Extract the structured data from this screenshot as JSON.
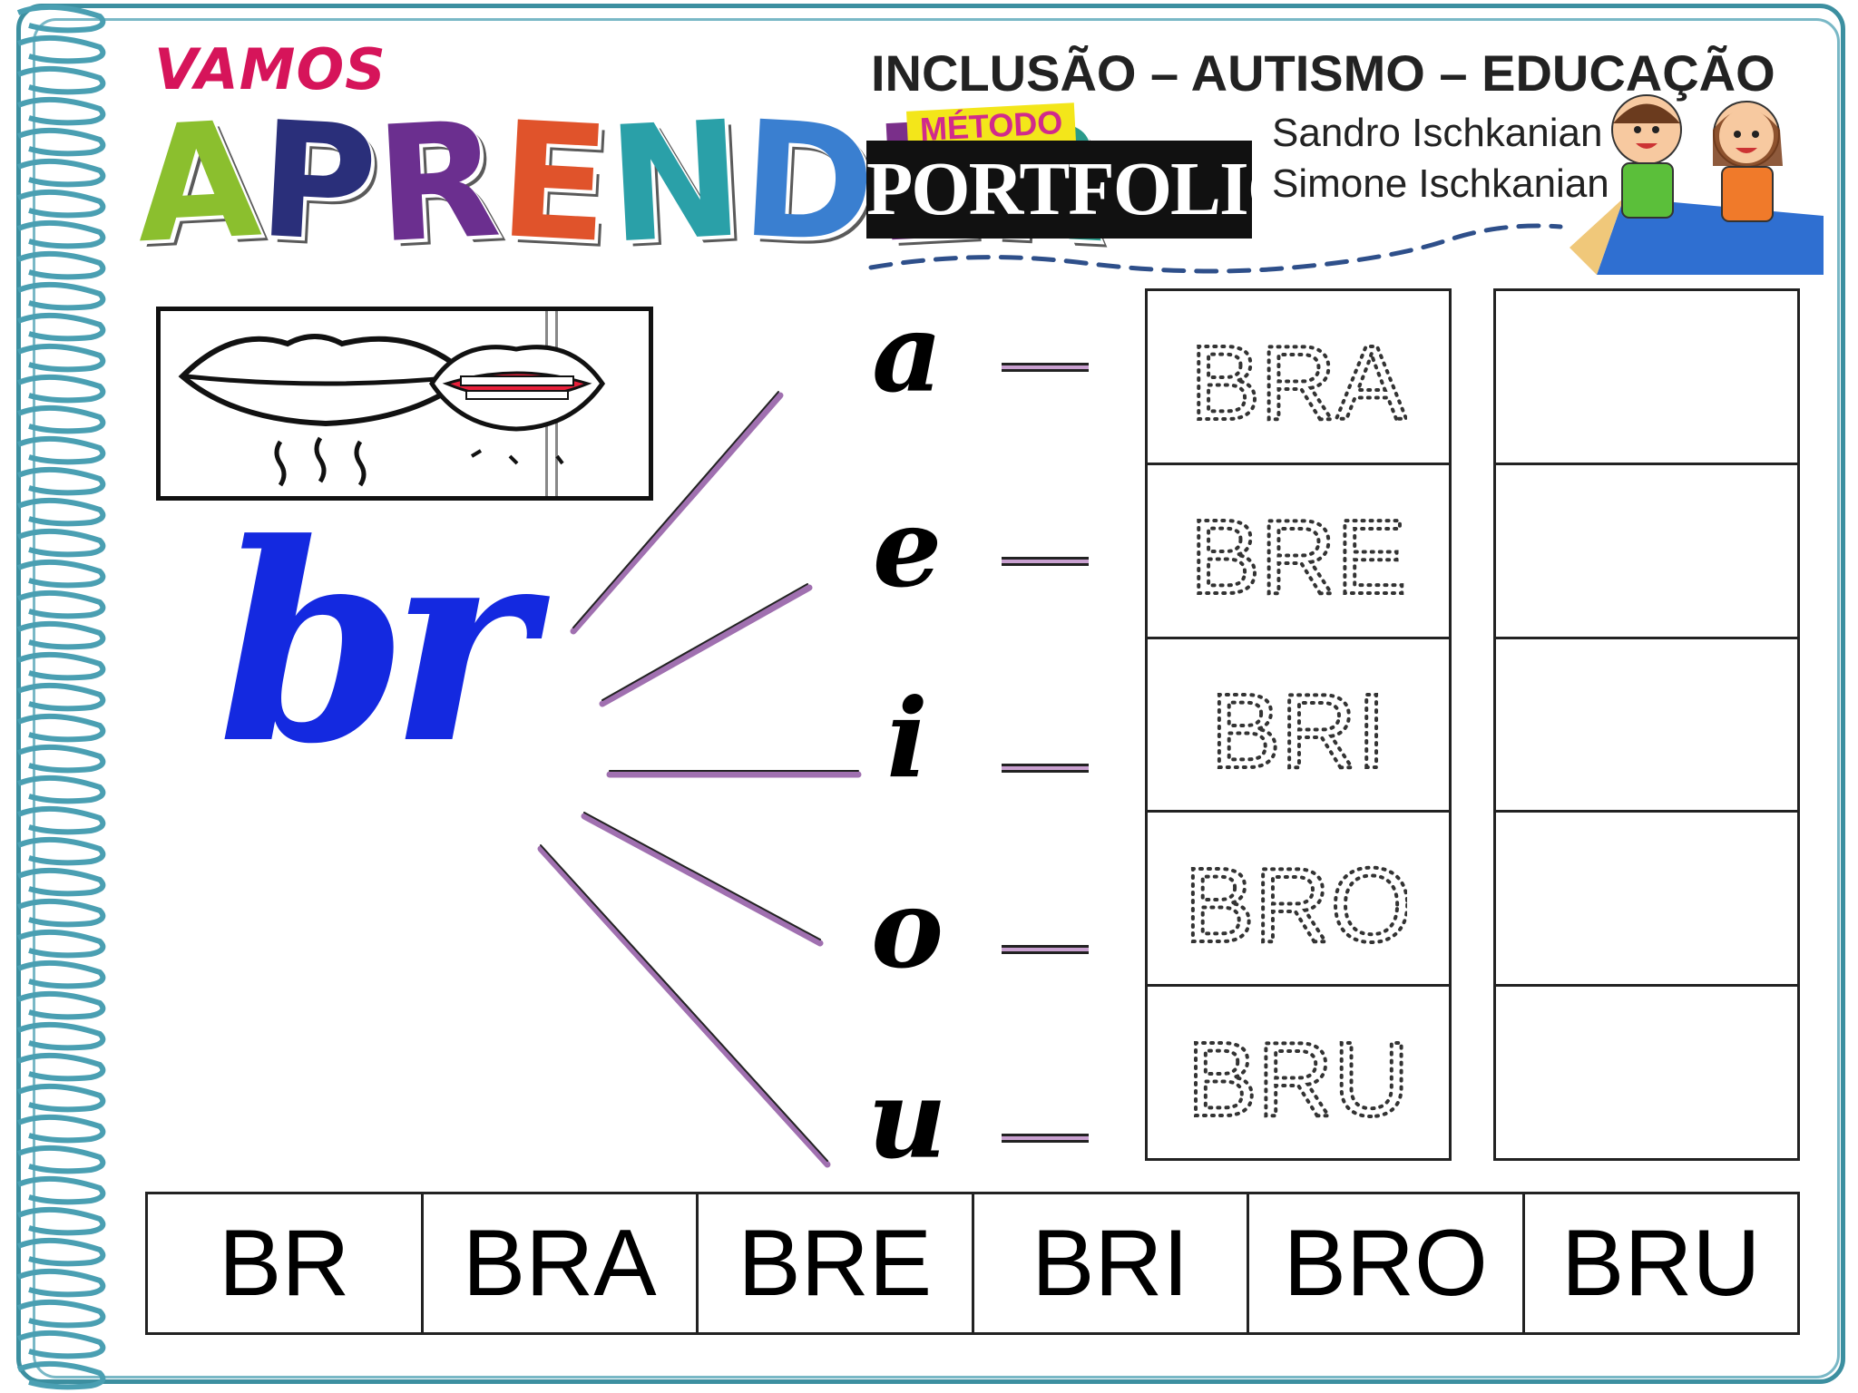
{
  "header": {
    "vamos": "VAMOS",
    "aprender_letters": [
      {
        "ch": "A",
        "color": "#8bbf2e"
      },
      {
        "ch": "P",
        "color": "#2a2f7a"
      },
      {
        "ch": "R",
        "color": "#6b2f8f"
      },
      {
        "ch": "E",
        "color": "#e0532b"
      },
      {
        "ch": "N",
        "color": "#2aa0a8"
      },
      {
        "ch": "D",
        "color": "#3a7fd0"
      },
      {
        "ch": "E",
        "color": "#7a2f8a"
      },
      {
        "ch": "R",
        "color": "#2a9a8a"
      }
    ],
    "headline": "INCLUSÃO – AUTISMO – EDUCAÇÃO",
    "metodo": "MÉTODO",
    "portfolio": "PORTFOLIO",
    "authors": [
      "Sandro Ischkanian",
      "Simone Ischkanian"
    ]
  },
  "worksheet": {
    "consonant_blend": "br",
    "vowels": [
      "a",
      "e",
      "i",
      "o",
      "u"
    ],
    "traced_syllables": [
      "BRA",
      "BRE",
      "BRI",
      "BRO",
      "BRU"
    ],
    "blend_color": "#1429e0",
    "line_color": "#a070b0"
  },
  "bottom_row": [
    "BR",
    "BRA",
    "BRE",
    "BRI",
    "BRO",
    "BRU"
  ],
  "colors": {
    "frame": "#3c8fa0",
    "spiral": "#4a9fb2",
    "lips_red": "#e8203a"
  }
}
